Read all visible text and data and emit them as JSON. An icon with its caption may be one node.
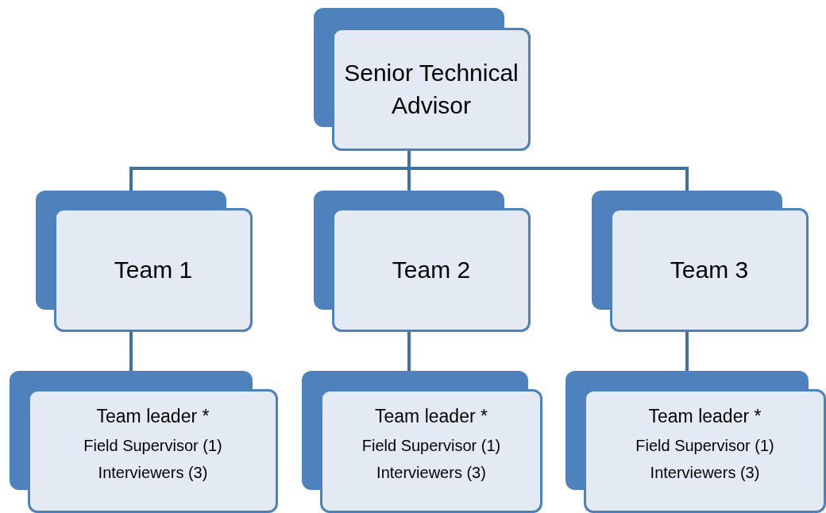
{
  "diagram": {
    "nodes": [
      {
        "text": [
          "Senior Technical Advisor"
        ]
      },
      {
        "text": [
          "Team 1"
        ]
      },
      {
        "text": [
          "Team 2"
        ]
      },
      {
        "text": [
          "Team 3"
        ]
      },
      {
        "text": [
          "Team leader *",
          "Field Supervisor (1)",
          "Interviewers (3)"
        ]
      },
      {
        "text": [
          "Team leader *",
          "Field Supervisor (1)",
          "Interviewers (3)"
        ]
      },
      {
        "text": [
          "Team leader *",
          "Field Supervisor (1)",
          "Interviewers (3)"
        ]
      }
    ],
    "edges": [
      {
        "from": 0,
        "to": 1,
        "arrow": "none"
      },
      {
        "from": 0,
        "to": 2,
        "arrow": "none"
      },
      {
        "from": 0,
        "to": 3,
        "arrow": "none"
      },
      {
        "from": 1,
        "to": 4,
        "arrow": "none"
      },
      {
        "from": 2,
        "to": 5,
        "arrow": "none"
      },
      {
        "from": 3,
        "to": 6,
        "arrow": "none"
      }
    ]
  }
}
